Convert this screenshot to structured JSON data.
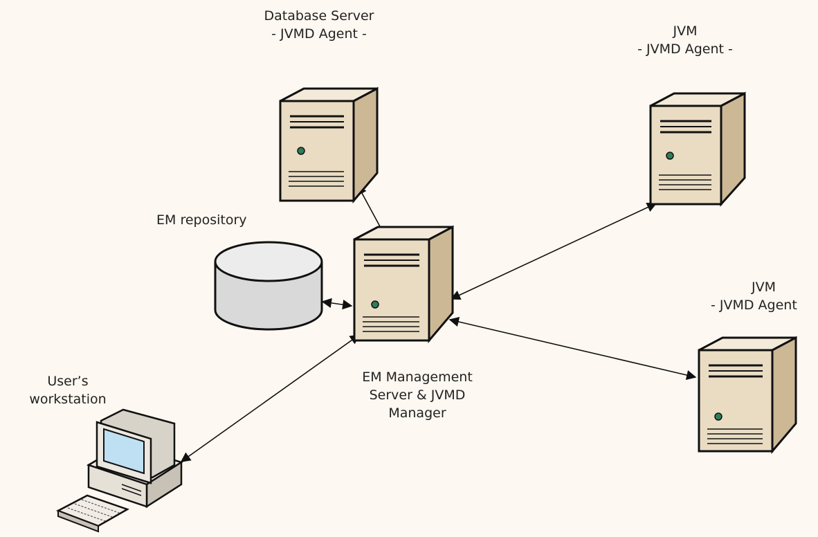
{
  "nodes": {
    "database_server": {
      "line1": "Database Server",
      "line2": "- JVMD Agent -"
    },
    "jvm_top": {
      "line1": "JVM",
      "line2": "- JVMD Agent -"
    },
    "jvm_right": {
      "line1": "JVM",
      "line2": "- JVMD Agent"
    },
    "em_repository": {
      "line1": "EM repository"
    },
    "em_server": {
      "line1": "EM Management",
      "line2": "Server & JVMD",
      "line3": "Manager"
    },
    "workstation": {
      "line1": "User’s",
      "line2": "workstation"
    }
  },
  "colors": {
    "background": "#fdf8f1",
    "server_face": "#e9dcc3",
    "server_side": "#cdb896",
    "server_top": "#f3ead9",
    "cylinder": "#d9d9d9",
    "edge": "#111111"
  }
}
